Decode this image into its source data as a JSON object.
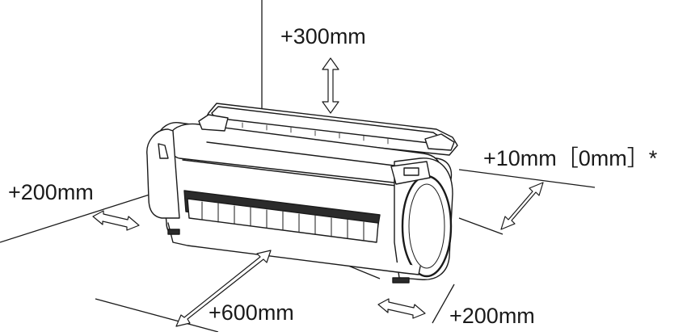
{
  "clearances": {
    "top": "+300mm",
    "right": "+10mm［0mm］*",
    "left": "+200mm",
    "front": "+600mm",
    "rear": "+200mm"
  },
  "colors": {
    "line": "#1a1a1a",
    "printer_body": "#ffffff",
    "printer_dark": "#2b2b2b",
    "background": "#ffffff"
  }
}
